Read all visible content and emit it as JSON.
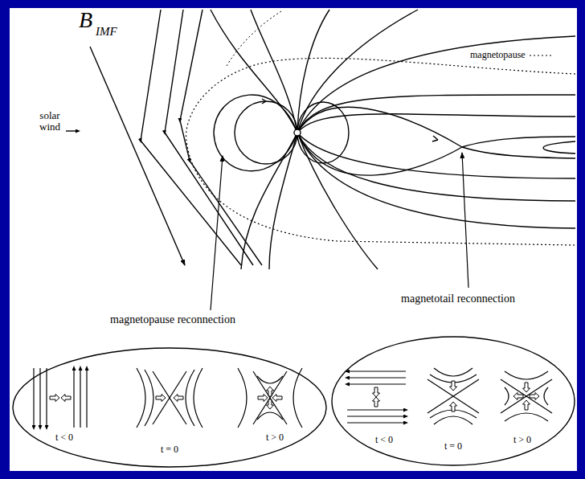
{
  "diagram": {
    "nodes": [
      {
        "text": [
          "magnetopause reconnection",
          "t < 0",
          "t = 0",
          "t > 0"
        ]
      },
      {
        "text": [
          "magnetotail reconnection",
          "t < 0",
          "t = 0",
          "t > 0"
        ]
      }
    ],
    "labels": [
      "B",
      "IMF",
      "solar wind"
    ],
    "legend": [
      {
        "text": "magnetopause"
      }
    ]
  }
}
